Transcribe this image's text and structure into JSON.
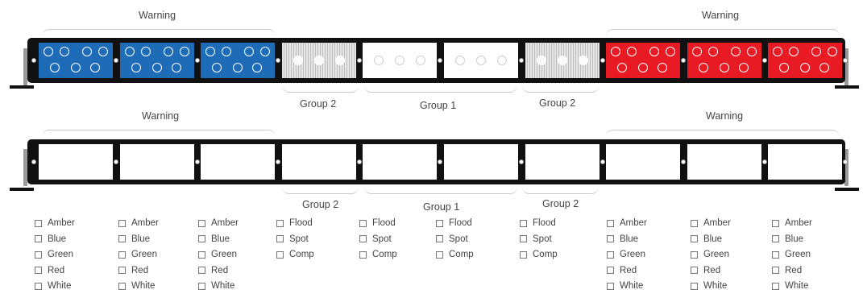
{
  "top_bar": {
    "warning_left": "Warning",
    "warning_right": "Warning",
    "group2_left": "Group 2",
    "group1": "Group 1",
    "group2_right": "Group 2",
    "segments": [
      "blue",
      "blue",
      "blue",
      "spot",
      "white",
      "white",
      "spot",
      "red",
      "red",
      "red"
    ]
  },
  "bottom_bar": {
    "warning_left": "Warning",
    "warning_right": "Warning",
    "group2_left": "Group 2",
    "group1": "Group 1",
    "group2_right": "Group 2"
  },
  "options": [
    [
      "Amber",
      "Blue",
      "Green",
      "Red",
      "White"
    ],
    [
      "Amber",
      "Blue",
      "Green",
      "Red",
      "White"
    ],
    [
      "Amber",
      "Blue",
      "Green",
      "Red",
      "White"
    ],
    [
      "Flood",
      "Spot",
      "Comp"
    ],
    [
      "Flood",
      "Spot",
      "Comp"
    ],
    [
      "Flood",
      "Spot",
      "Comp"
    ],
    [
      "Flood",
      "Spot",
      "Comp"
    ],
    [
      "Amber",
      "Blue",
      "Green",
      "Red",
      "White"
    ],
    [
      "Amber",
      "Blue",
      "Green",
      "Red",
      "White"
    ],
    [
      "Amber",
      "Blue",
      "Green",
      "Red",
      "White"
    ]
  ],
  "colors": {
    "blue": "#1e6bb8",
    "red": "#e81b24",
    "bar": "#111111"
  }
}
